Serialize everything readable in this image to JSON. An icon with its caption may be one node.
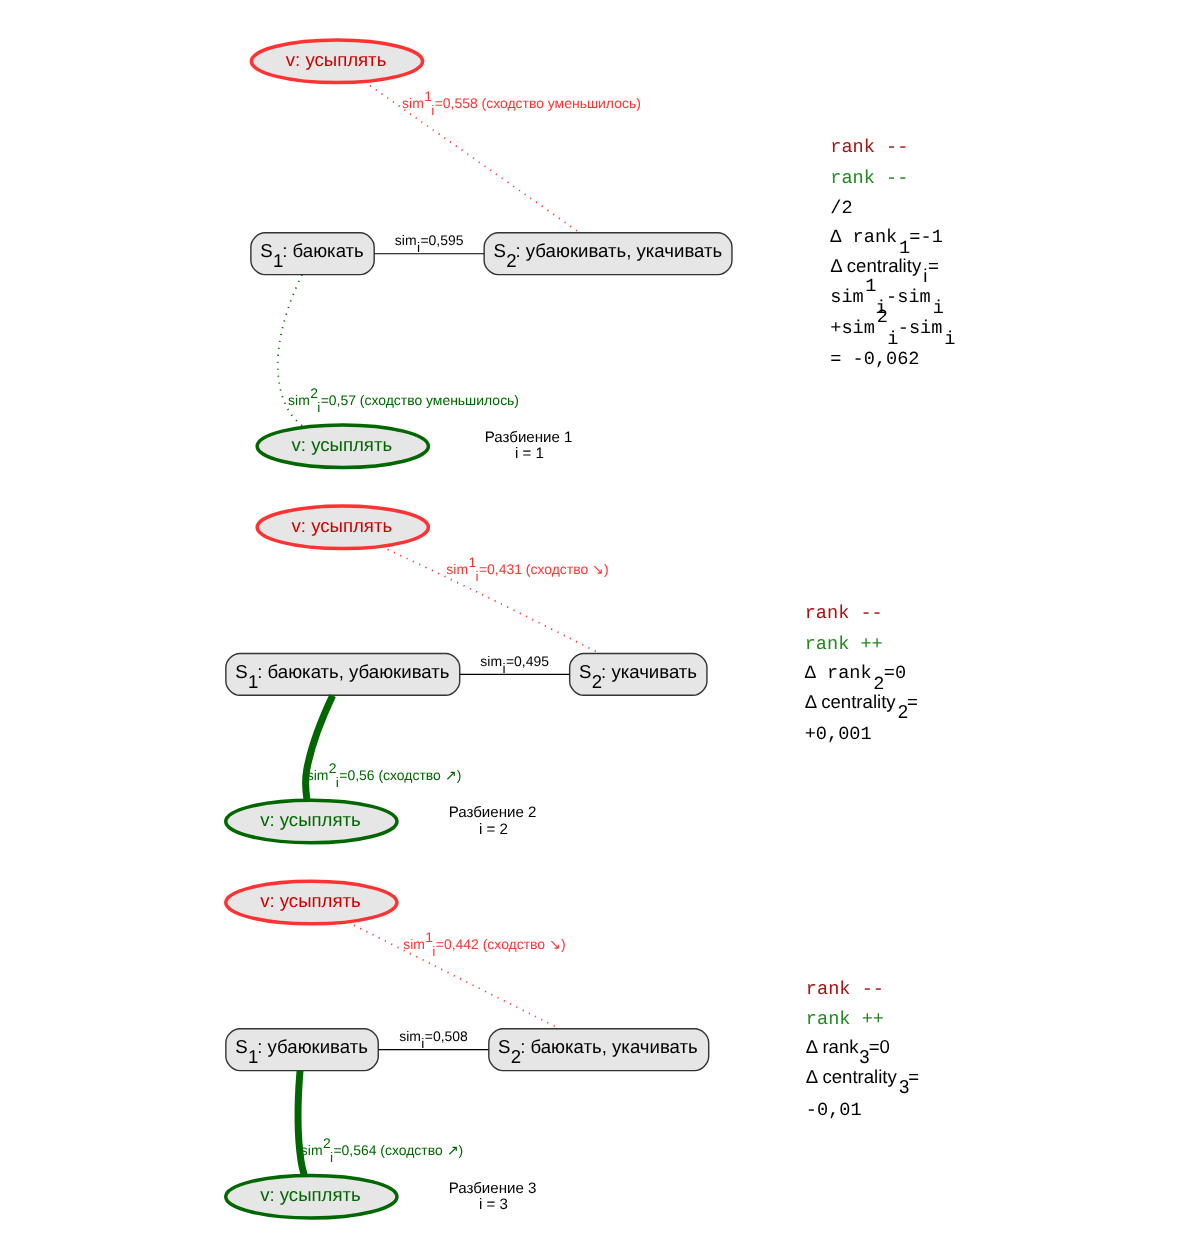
{
  "diagram": {
    "nodes": [
      {
        "text": [
          "v: усыплять"
        ]
      },
      {
        "text": [
          "S$_{1}$: баюкать"
        ]
      },
      {
        "text": [
          "S$_{2}$: убаюкивать, укачивать"
        ]
      },
      {
        "text": [
          "v: усыплять"
        ]
      },
      {
        "text": [
          "v: усыплять"
        ]
      },
      {
        "text": [
          "S$_{1}$: баюкать, убаюкивать"
        ]
      },
      {
        "text": [
          "S$_{2}$: укачивать"
        ]
      },
      {
        "text": [
          "v: усыплять"
        ]
      },
      {
        "text": [
          "v: усыплять"
        ]
      },
      {
        "text": [
          "S$_{1}$: убаюкивать"
        ]
      },
      {
        "text": [
          "S$_{2}$: баюкать, укачивать"
        ]
      },
      {
        "text": [
          "v: усыплять"
        ]
      }
    ],
    "edges": [
      {
        "from": 1,
        "to": 2,
        "arrow": "none",
        "label": "sim$_{i}$=0,595"
      },
      {
        "from": 0,
        "to": 2,
        "arrow": "none",
        "style": "dashed",
        "color": "#ff3333",
        "label": "sim$^{1}$$_{i}$=0,558 (сходство уменьшилось)"
      },
      {
        "from": 1,
        "to": 3,
        "arrow": "none",
        "style": "dashed",
        "color": "#006600",
        "label": "sim$^{2}$$_{i}$=0,57 (сходство уменьшилось)"
      },
      {
        "from": 5,
        "to": 6,
        "arrow": "none",
        "label": "sim$_{i}$=0,495"
      },
      {
        "from": 4,
        "to": 6,
        "arrow": "none",
        "style": "dashed",
        "color": "#ff3333",
        "label": "sim$^{1}$$_{i}$=0,431 (сходство ↘)"
      },
      {
        "from": 5,
        "to": 7,
        "arrow": "none",
        "style": "thick",
        "color": "#006600",
        "label": "sim$^{2}$$_{i}$=0,56 (сходство ↗)"
      },
      {
        "from": 9,
        "to": 10,
        "arrow": "none",
        "label": "sim$_{i}$=0,508"
      },
      {
        "from": 8,
        "to": 10,
        "arrow": "none",
        "style": "dashed",
        "color": "#ff3333",
        "label": "sim$^{1}$$_{i}$=0,442 (сходство ↘)"
      },
      {
        "from": 9,
        "to": 11,
        "arrow": "none",
        "style": "thick",
        "color": "#006600",
        "label": "sim$^{2}$$_{i}$=0,564 (сходство ↗)"
      }
    ],
    "labels": [
      "rank --",
      "rank --",
      "/2",
      "Δ rank$_{1}$=-1",
      "Δ centrality$_{i}$=",
      "sim$^{1}$$_{i}$-sim$_{i}$",
      "+sim$^{2}$$_{i}$-sim$_{i}$",
      "= -0,062",
      "Разбиение 1",
      "i = 1",
      "rank --",
      "rank ++",
      "Δ rank$_{2}$=0",
      "Δ centrality$_{2}$=",
      "+0,001",
      "Разбиение 2",
      "i = 2",
      "rank --",
      "rank ++",
      "Δ rank$_{3}$=0",
      "Δ centrality$_{3}$=",
      "-0,01",
      "Разбиение 3",
      "i = 3"
    ]
  }
}
